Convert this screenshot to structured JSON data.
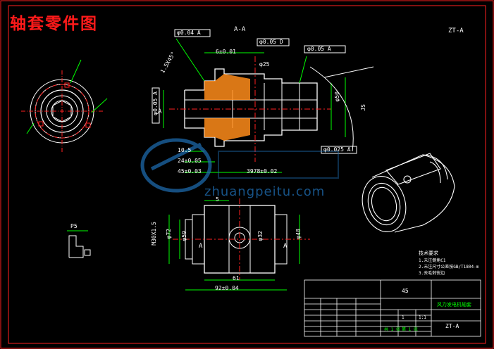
{
  "title": "轴套零件图",
  "section_label": "A-A",
  "zt_label": "ZT-A",
  "view_p_label": "P5",
  "dimensions": {
    "d_0_01": "6±0.01",
    "d_10_5": "10.5",
    "d_24": "24±0.05",
    "d_45": "45±0.03",
    "d_3978": "3978±0.02",
    "d_61": "61",
    "d_92": "92±0.04",
    "d_5": "5",
    "d_25": "φ25",
    "d_phi_left_2": "φ72",
    "d_phi_left_3": "φ59",
    "d_phi_mid": "φ32",
    "d_phi_right": "φ48",
    "d_thread": "M30X1.5",
    "r_side": "φ50",
    "d_chamfer": "1.5X45°",
    "d_js": "JS"
  },
  "tolerances": {
    "t1": "φ0.04 A",
    "t2": "φ0.05 D",
    "t3": "φ0.05 A",
    "t4": "φ0.025 A",
    "t5": "φ0.05 A"
  },
  "notes": {
    "heading": "技术要求",
    "line1": "1.未注倒角C1",
    "line2": "2.未注尺寸公差按GB/T1804-m",
    "line3": "3.去毛刺锐边"
  },
  "title_block": {
    "material": "45",
    "part_name": "风力发电机轴套",
    "drawing_no": "ZT-A",
    "scale": "1:1",
    "qty": "1",
    "sheet": "共 1 张",
    "sheet2": "第 1 张"
  },
  "section_marks": {
    "a_left": "A",
    "a_right": "A",
    "a_top_left": "A"
  },
  "watermark": "zhuangpeitu.com",
  "colors": {
    "bg": "#000000",
    "frame": "#ff2020",
    "lines": "#ffffff",
    "hatch": "#ff8c1a",
    "dim": "#00ff00",
    "center": "#ff2020",
    "title": "#ff1a1a"
  }
}
